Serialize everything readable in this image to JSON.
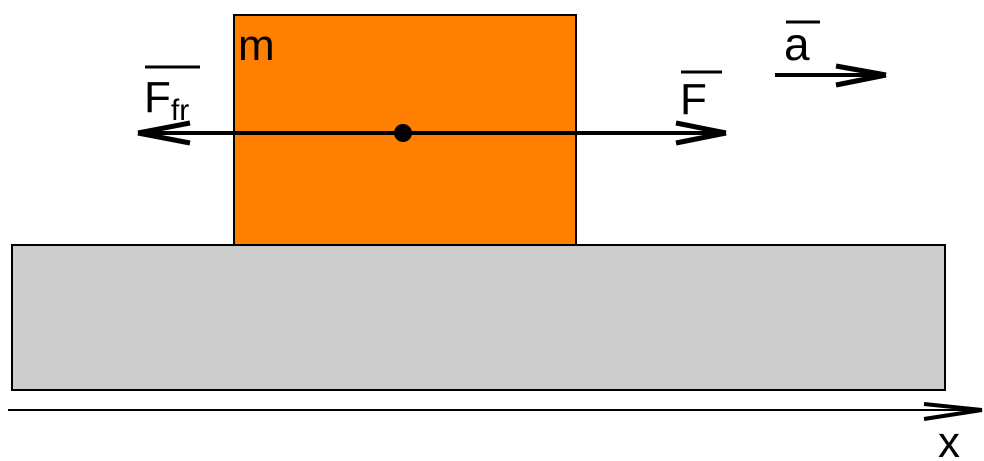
{
  "labels": {
    "mass": "m",
    "friction_force": "F",
    "friction_subscript": "fr",
    "applied_force": "F",
    "acceleration": "a",
    "axis": "x"
  },
  "colors": {
    "block": "#ff7f00",
    "surface": "#cccccc",
    "stroke": "#000000"
  }
}
